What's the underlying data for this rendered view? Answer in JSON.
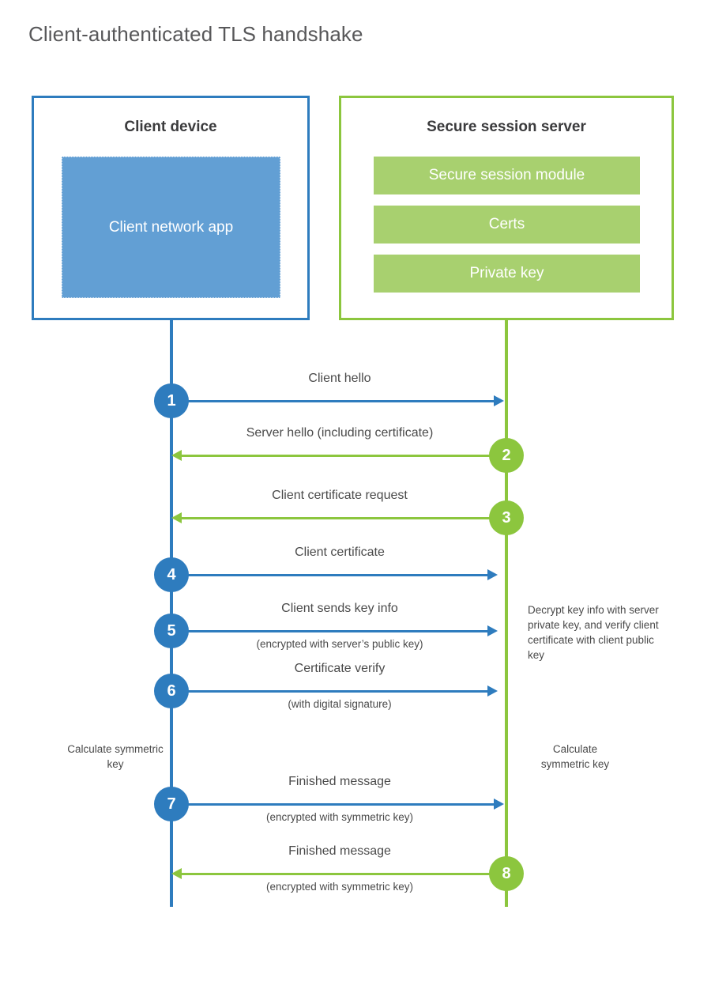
{
  "title": "Client-authenticated TLS handshake",
  "colors": {
    "blue": "#2e7cbe",
    "green": "#8cc63e",
    "client_app_fill": "#629fd4",
    "server_module_fill": "#a8d06f",
    "title_text": "#58585a",
    "body_text": "#4a4a4a"
  },
  "actors": {
    "client": {
      "title": "Client device",
      "components": [
        {
          "label": "Client network app"
        }
      ]
    },
    "server": {
      "title": "Secure session server",
      "components": [
        {
          "label": "Secure session module"
        },
        {
          "label": "Certs"
        },
        {
          "label": "Private key"
        }
      ]
    }
  },
  "messages": [
    {
      "number": "1",
      "label": "Client hello",
      "sublabel": "",
      "direction": "client-to-server",
      "color": "blue"
    },
    {
      "number": "2",
      "label": "Server hello (including certificate)",
      "sublabel": "",
      "direction": "server-to-client",
      "color": "green"
    },
    {
      "number": "3",
      "label": "Client certificate request",
      "sublabel": "",
      "direction": "server-to-client",
      "color": "green"
    },
    {
      "number": "4",
      "label": "Client certificate",
      "sublabel": "",
      "direction": "client-to-server",
      "color": "blue"
    },
    {
      "number": "5",
      "label": "Client sends key info",
      "sublabel": "(encrypted with server’s public key)",
      "direction": "client-to-server",
      "color": "blue"
    },
    {
      "number": "6",
      "label": "Certificate verify",
      "sublabel": "(with digital signature)",
      "direction": "client-to-server",
      "color": "blue"
    },
    {
      "number": "7",
      "label": "Finished message",
      "sublabel": "(encrypted with symmetric key)",
      "direction": "client-to-server",
      "color": "blue"
    },
    {
      "number": "8",
      "label": "Finished message",
      "sublabel": "(encrypted with symmetric key)",
      "direction": "server-to-client",
      "color": "green"
    }
  ],
  "notes": {
    "server_decrypt": "Decrypt key info with server private key, and verify client certificate with client public key",
    "client_calculate": "Calculate symmetric key",
    "server_calculate": "Calculate symmetric key"
  }
}
